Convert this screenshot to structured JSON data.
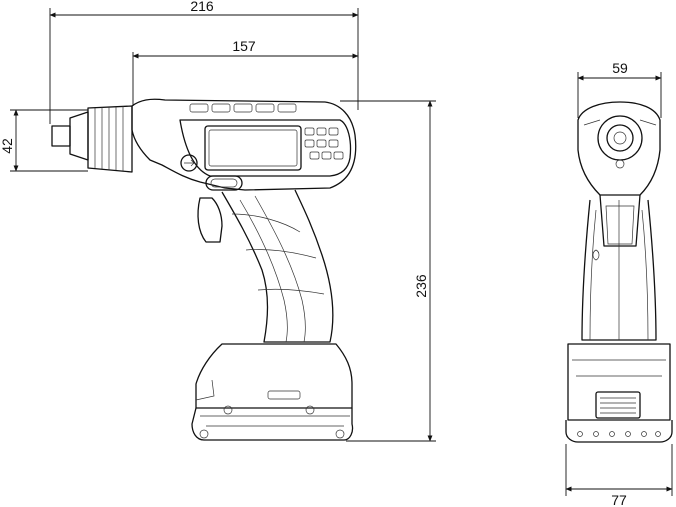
{
  "dimensions": {
    "overall_length": "216",
    "body_length": "157",
    "nose_height": "42",
    "overall_height": "236",
    "front_width": "59",
    "base_width": "77"
  }
}
